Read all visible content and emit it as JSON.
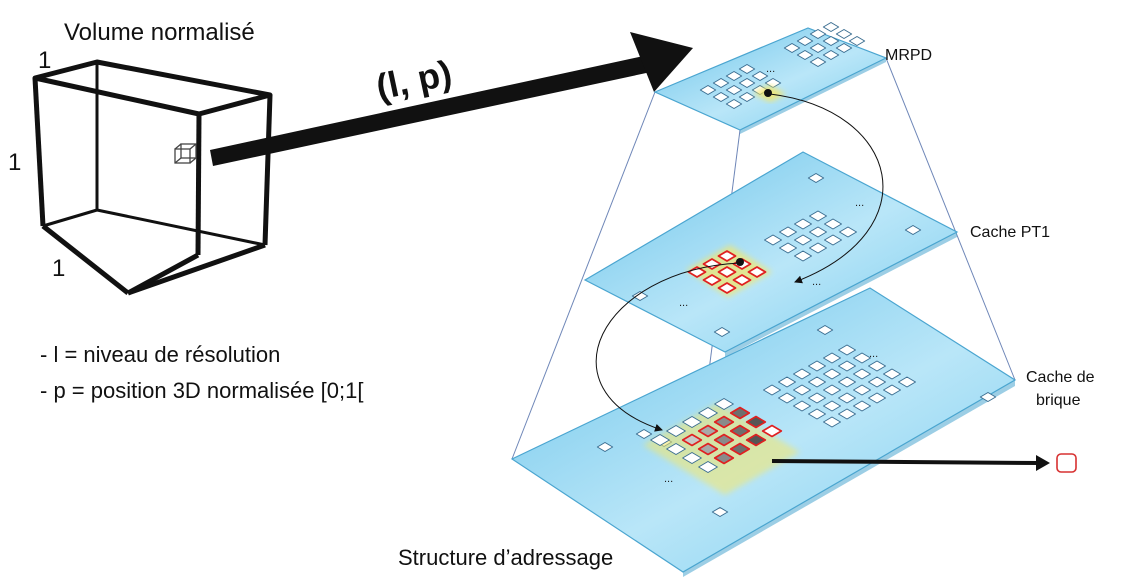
{
  "volume": {
    "title": "Volume normalisé",
    "dim_top": "1",
    "dim_left": "1",
    "dim_bottom": "1"
  },
  "arrow_label": "(l, p)",
  "legend": {
    "line1": "- l = niveau de résolution",
    "line2": "- p = position 3D normalisée [0;1["
  },
  "levels": {
    "top": "MRPD",
    "middle": "Cache PT1",
    "bottom_line1": "Cache de",
    "bottom_line2": "brique"
  },
  "caption": "Structure d’adressage",
  "ellipsis": "...",
  "colors": {
    "plane": "#8fd3ef",
    "plane_edge": "#4aa5d0",
    "tile_stroke": "#3b6e91",
    "highlight": "#e02020",
    "glow": "#f5e76a"
  }
}
